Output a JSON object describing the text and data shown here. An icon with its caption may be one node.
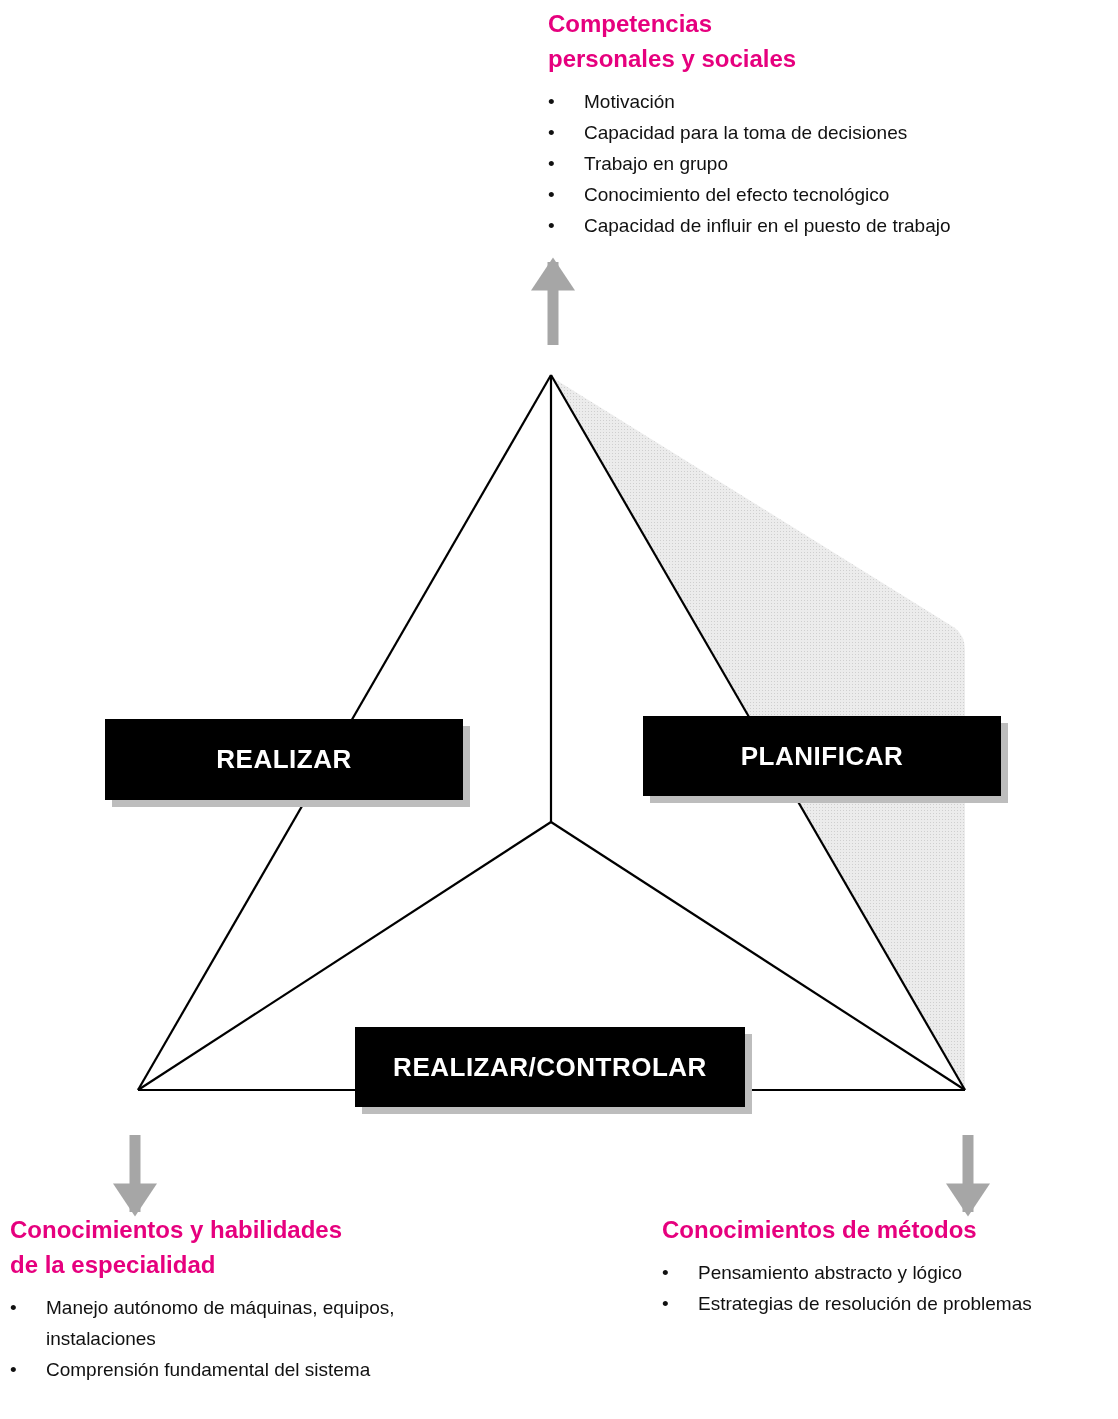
{
  "diagram": {
    "nodes": [
      {
        "text": [
          "Competencias personales y sociales",
          "• Motivación",
          "• Capacidad para la toma de decisiones",
          "• Trabajo en grupo",
          "• Conocimiento del efecto tecnológico",
          "• Capacidad de influir en el puesto de trabajo"
        ]
      },
      {
        "text": [
          "REALIZAR"
        ]
      },
      {
        "text": [
          "PLANIFICAR"
        ]
      },
      {
        "text": [
          "REALIZAR/CONTROLAR"
        ]
      },
      {
        "text": [
          "Conocimientos y habilidades de la especialidad",
          "• Manejo autónomo de máquinas, equipos, instalaciones",
          "• Comprensión fundamental del sistema"
        ]
      },
      {
        "text": [
          "Conocimientos de métodos",
          "• Pensamiento abstracto y lógico",
          "• Estrategias de resolución de problemas"
        ]
      }
    ],
    "edges": [
      {
        "from": null,
        "to": 0,
        "arrow": "to"
      },
      {
        "from": null,
        "to": 4,
        "arrow": "to"
      },
      {
        "from": null,
        "to": 5,
        "arrow": "to"
      }
    ]
  }
}
